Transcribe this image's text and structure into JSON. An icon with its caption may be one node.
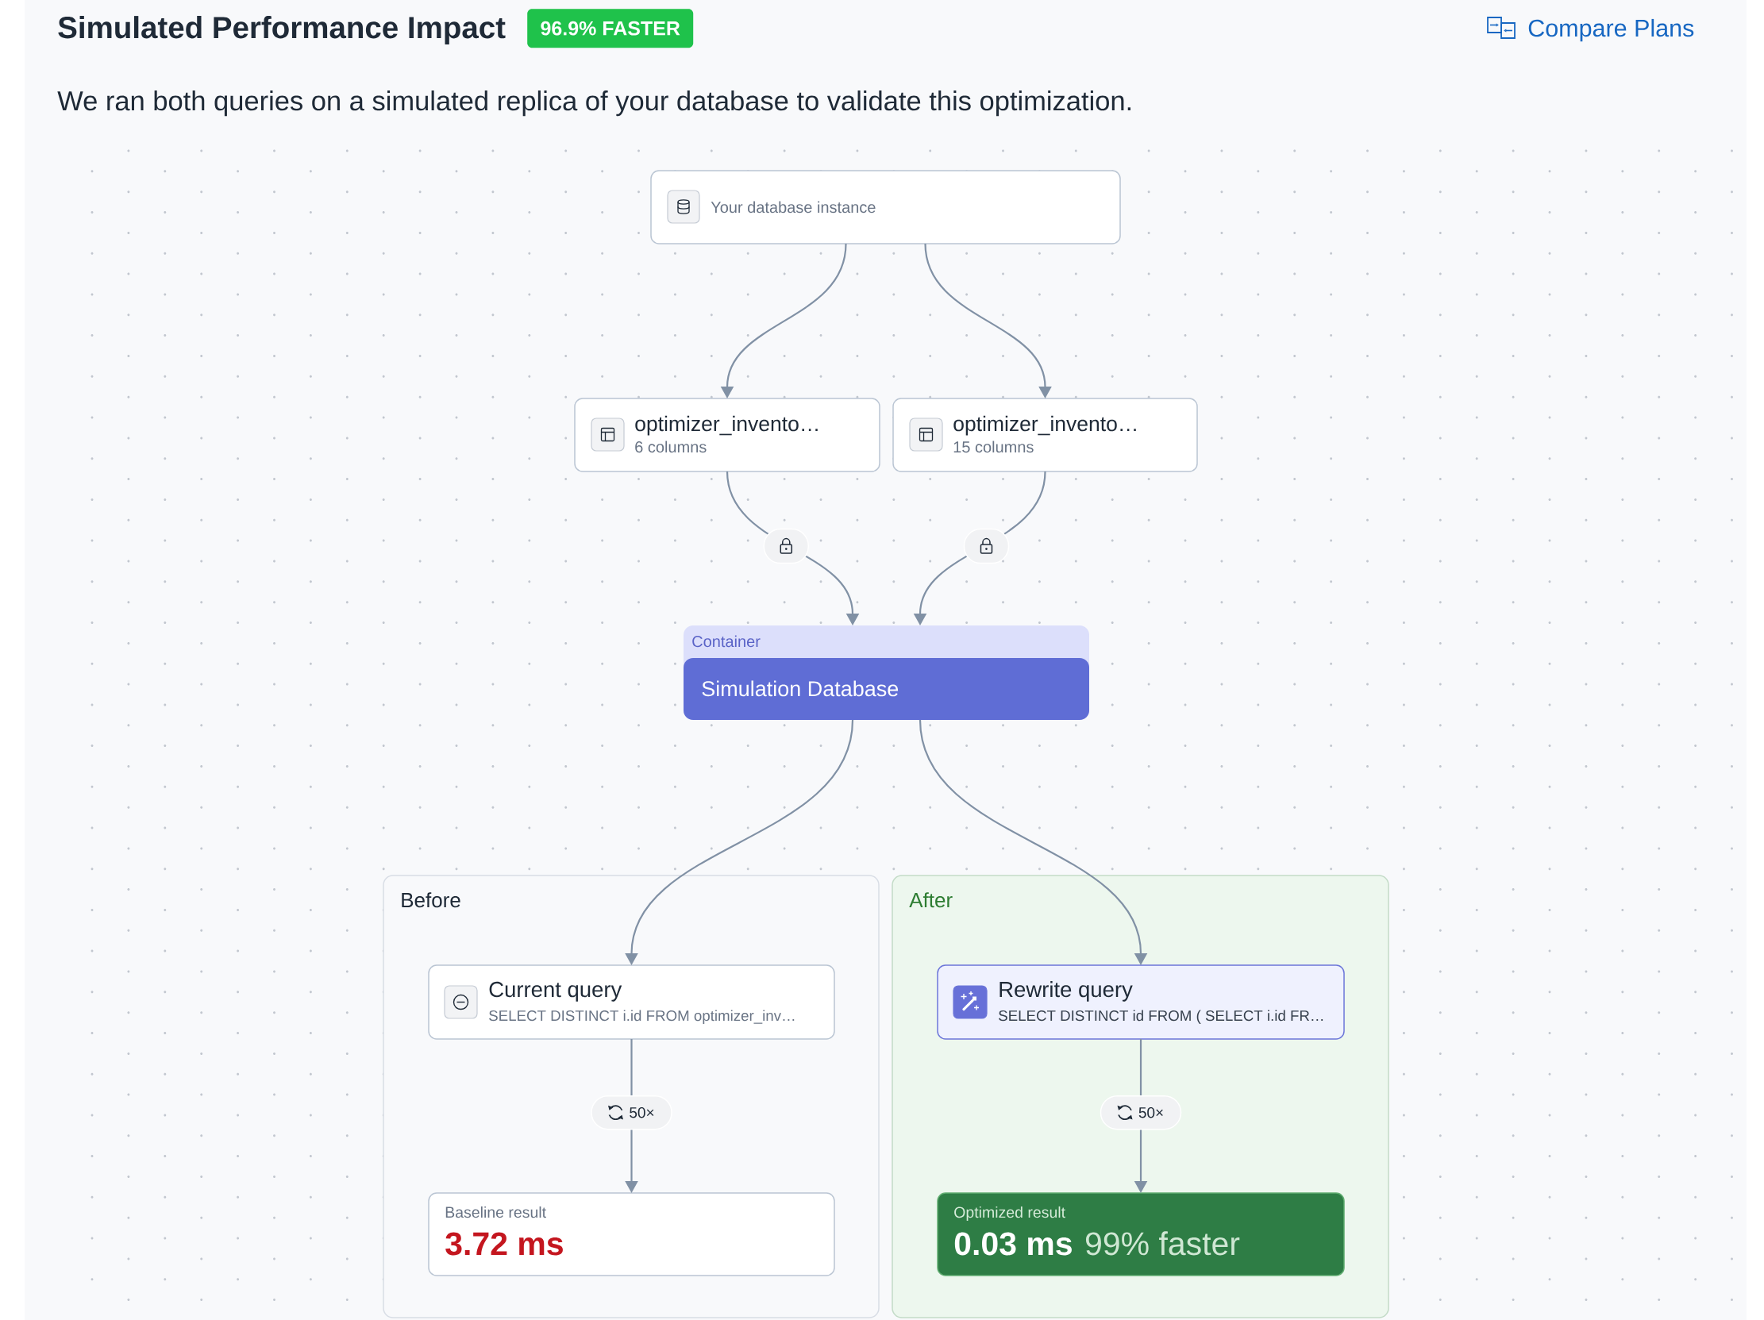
{
  "diagram": {
    "title": "Simulated Performance Impact",
    "nodes": [
      {
        "text": [
          "Your database instance"
        ]
      },
      {
        "text": [
          "optimizer_invento…",
          "6 columns"
        ]
      },
      {
        "text": [
          "optimizer_invento…",
          "15 columns"
        ]
      },
      {
        "text": [
          "Container"
        ]
      },
      {
        "text": [
          "Simulation Database"
        ],
        "in": 3
      },
      {
        "text": [
          "Before"
        ]
      },
      {
        "text": [
          "Current query",
          "SELECT DISTINCT i.id FROM optimizer_inv…"
        ],
        "in": 5
      },
      {
        "text": [
          "Baseline result",
          "3.72 ms"
        ],
        "in": 5
      },
      {
        "text": [
          "After"
        ]
      },
      {
        "text": [
          "Rewrite query",
          "SELECT DISTINCT id FROM ( SELECT i.id FR…"
        ],
        "in": 8
      },
      {
        "text": [
          "Optimized result",
          "0.03 ms",
          "99% faster"
        ],
        "in": 8
      }
    ],
    "edges": [
      {
        "from": 0,
        "to": 1,
        "arrow": "to"
      },
      {
        "from": 0,
        "to": 2,
        "arrow": "to"
      },
      {
        "from": 1,
        "to": 3,
        "arrow": "to"
      },
      {
        "from": 2,
        "to": 3,
        "arrow": "to"
      },
      {
        "from": 4,
        "to": 6,
        "arrow": "to"
      },
      {
        "from": 4,
        "to": 9,
        "arrow": "to"
      },
      {
        "from": 6,
        "to": 7,
        "arrow": "to",
        "label": "50×"
      },
      {
        "from": 9,
        "to": 10,
        "arrow": "to",
        "label": "50×"
      }
    ],
    "labels": [
      "96.9% FASTER",
      "Compare Plans",
      "We ran both queries on a simulated replica of your database to validate this optimization."
    ]
  }
}
